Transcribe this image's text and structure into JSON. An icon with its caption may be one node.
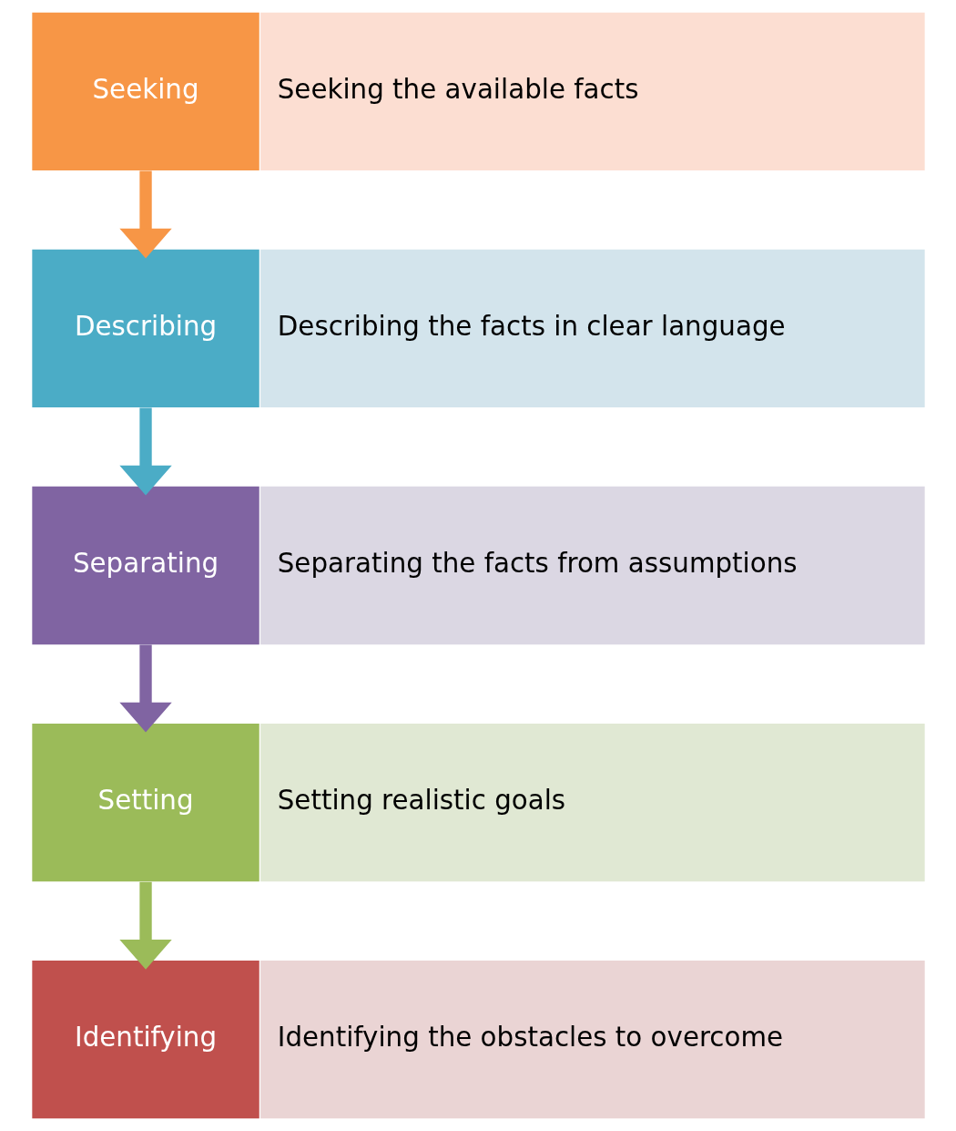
{
  "diagram": {
    "nodes": [
      {
        "text": [
          "Seeking"
        ]
      },
      {
        "text": [
          "Seeking the available facts"
        ]
      },
      {
        "text": [
          "Describing"
        ]
      },
      {
        "text": [
          "Describing the facts in clear language"
        ]
      },
      {
        "text": [
          "Separating"
        ]
      },
      {
        "text": [
          "Separating the facts from assumptions"
        ]
      },
      {
        "text": [
          "Setting"
        ]
      },
      {
        "text": [
          "Setting realistic goals"
        ]
      },
      {
        "text": [
          "Identifying"
        ]
      },
      {
        "text": [
          "Identifying the obstacles to overcome"
        ]
      }
    ],
    "edges": [
      {
        "from": 0,
        "to": 2,
        "arrow": "to",
        "color": "#f79646"
      },
      {
        "from": 2,
        "to": 4,
        "arrow": "to",
        "color": "#4bacc6"
      },
      {
        "from": 4,
        "to": 6,
        "arrow": "to",
        "color": "#8064a2"
      },
      {
        "from": 6,
        "to": 8,
        "arrow": "to",
        "color": "#9bbb59"
      }
    ]
  }
}
